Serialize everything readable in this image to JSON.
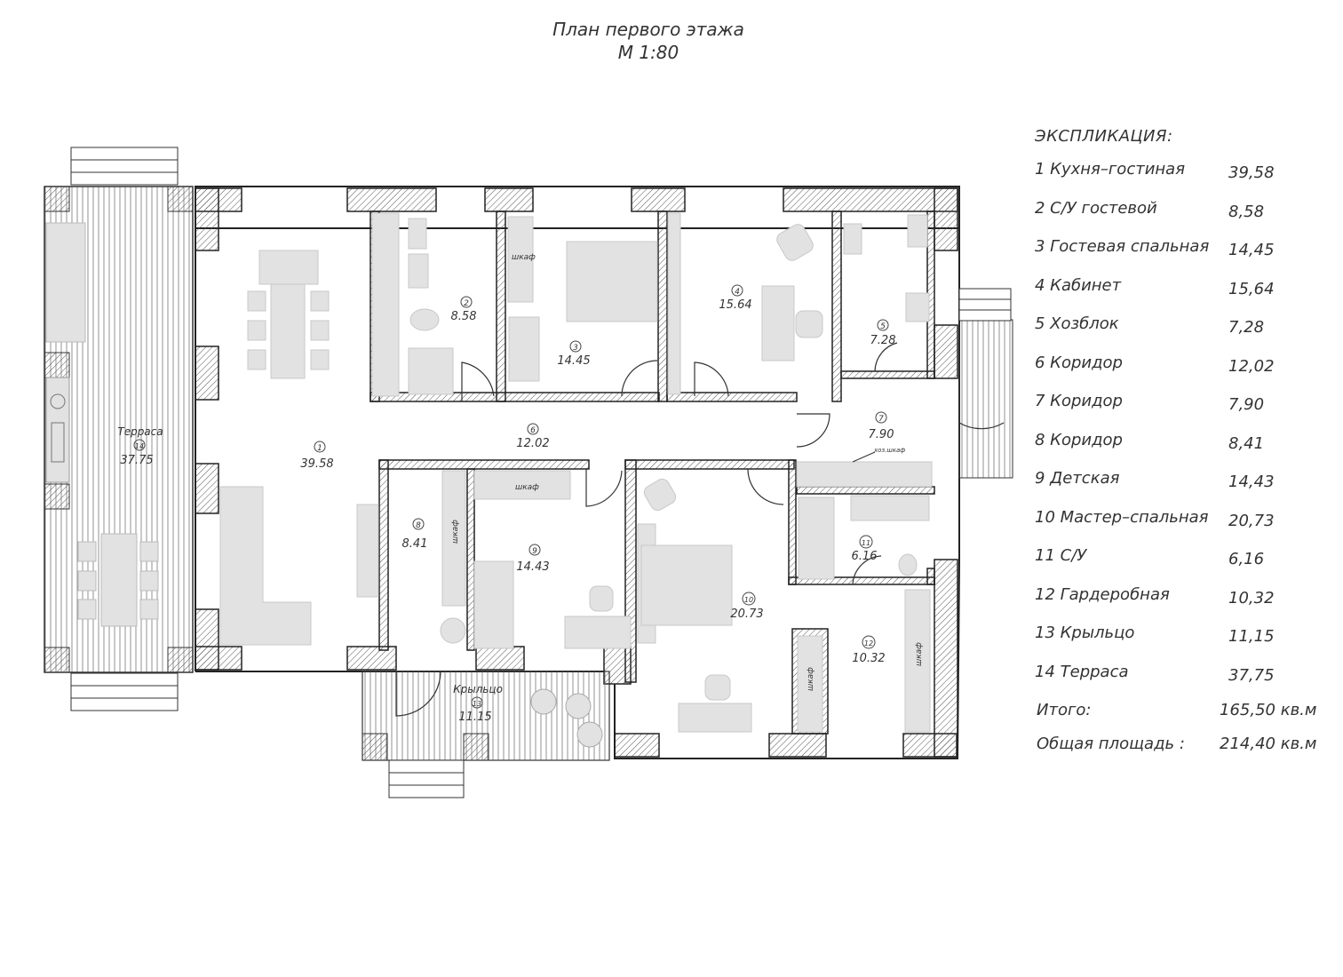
{
  "title": {
    "line1": "План первого этажа",
    "line2": "М 1:80"
  },
  "legend": {
    "heading": "ЭКСПЛИКАЦИЯ:",
    "items": [
      {
        "name": "1  Кухня–гостиная",
        "area": "39,58"
      },
      {
        "name": "2  С/У гостевой",
        "area": "8,58"
      },
      {
        "name": "3  Гостевая спальная",
        "area": "14,45"
      },
      {
        "name": "4  Кабинет",
        "area": "15,64"
      },
      {
        "name": "5  Хозблок",
        "area": "7,28"
      },
      {
        "name": "6  Коридор",
        "area": "12,02"
      },
      {
        "name": "7  Коридор",
        "area": "7,90"
      },
      {
        "name": "8  Коридор",
        "area": "8,41"
      },
      {
        "name": "9  Детская",
        "area": "14,43"
      },
      {
        "name": "10  Мастер–спальная",
        "area": "20,73"
      },
      {
        "name": "11  С/У",
        "area": "6,16"
      },
      {
        "name": "12  Гардеробная",
        "area": "10,32"
      },
      {
        "name": "13  Крыльцо",
        "area": "11,15"
      },
      {
        "name": "14  Терраса",
        "area": "37,75"
      }
    ],
    "total_label": "Итого:",
    "total_value": "165,50 кв.м",
    "gross_label": "Общая площадь :",
    "gross_value": "214,40 кв.м"
  },
  "rooms": [
    {
      "num": "1",
      "area": "39.58"
    },
    {
      "num": "2",
      "area": "8.58"
    },
    {
      "num": "3",
      "area": "14.45"
    },
    {
      "num": "4",
      "area": "15.64"
    },
    {
      "num": "5",
      "area": "7.28"
    },
    {
      "num": "6",
      "area": "12.02"
    },
    {
      "num": "7",
      "area": "7.90"
    },
    {
      "num": "8",
      "area": "8.41"
    },
    {
      "num": "9",
      "area": "14.43"
    },
    {
      "num": "10",
      "area": "20.73"
    },
    {
      "num": "11",
      "area": "6.16"
    },
    {
      "num": "12",
      "area": "10.32"
    },
    {
      "num": "13",
      "area": "11.15",
      "name": "Крыльцо"
    },
    {
      "num": "14",
      "area": "37.75",
      "name": "Терраса"
    }
  ],
  "labels": {
    "wardrobe": "шкаф",
    "utility_wardrobe": "хоз.шкаф"
  }
}
